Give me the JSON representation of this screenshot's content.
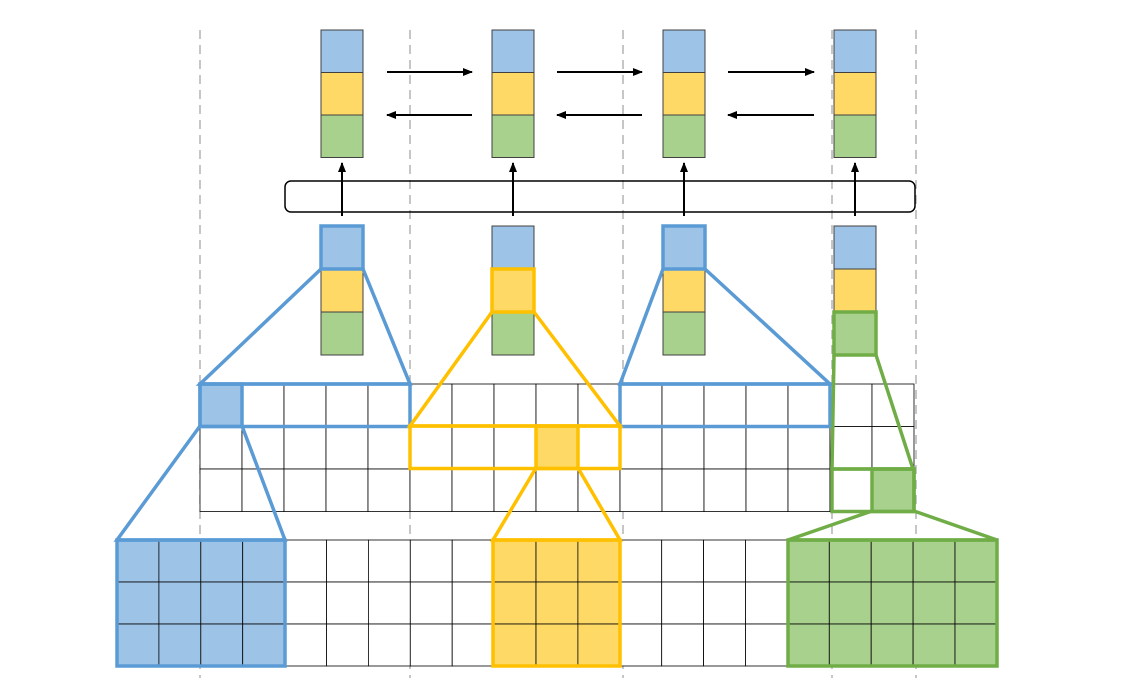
{
  "colors": {
    "blue_fill": "#9dc3e6",
    "blue_stroke": "#5b9bd5",
    "yellow_fill": "#ffd966",
    "yellow_stroke": "#ffc000",
    "green_fill": "#a9d18e",
    "green_stroke": "#70ad47",
    "grid_line": "#000000",
    "guide_line": "#a0a0a0",
    "arrow": "#000000"
  },
  "top_vectors": [
    {
      "segments": [
        "blue",
        "yellow",
        "green"
      ]
    },
    {
      "segments": [
        "blue",
        "yellow",
        "green"
      ]
    },
    {
      "segments": [
        "blue",
        "yellow",
        "green"
      ]
    },
    {
      "segments": [
        "blue",
        "yellow",
        "green"
      ]
    }
  ],
  "mid_vectors": [
    {
      "highlight": "blue"
    },
    {
      "highlight": "yellow"
    },
    {
      "highlight": "blue"
    },
    {
      "highlight": "green"
    }
  ],
  "middle_grid": {
    "rows": 3,
    "cols": 17
  },
  "bottom_grid": {
    "rows": 3,
    "cols": 21
  },
  "icons": [
    "right-arrow",
    "left-arrow",
    "up-arrow"
  ]
}
